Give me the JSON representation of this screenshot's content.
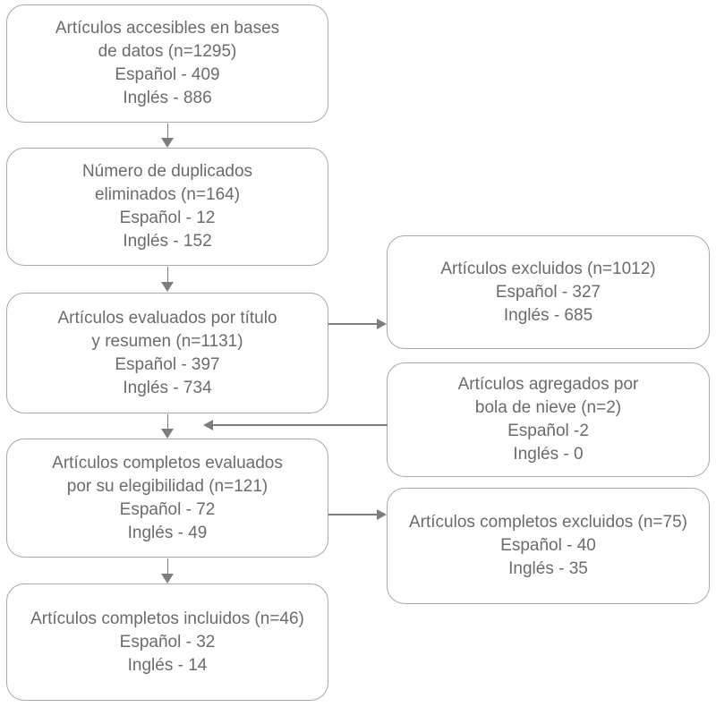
{
  "colors": {
    "background": "#ffffff",
    "box_border": "#a9a9a9",
    "text": "#6b6b6b",
    "arrow": "#7d7d7d"
  },
  "boxes": {
    "accessible": {
      "lines": [
        "Artículos accesibles en bases",
        "de datos (n=1295)",
        "Español - 409",
        "Inglés - 886"
      ]
    },
    "duplicates": {
      "lines": [
        "Número de duplicados",
        "eliminados (n=164)",
        "Español - 12",
        "Inglés - 152"
      ]
    },
    "title_abstract": {
      "lines": [
        "Artículos evaluados por título",
        "y resumen (n=1131)",
        "Español - 397",
        "Inglés - 734"
      ]
    },
    "excluded": {
      "lines": [
        "Artículos excluidos (n=1012)",
        "Español - 327",
        "Inglés - 685"
      ]
    },
    "snowball": {
      "lines": [
        "Artículos agregados por",
        "bola de nieve (n=2)",
        "Español -2",
        "Inglés - 0"
      ]
    },
    "eligibility": {
      "lines": [
        "Artículos completos evaluados",
        "por su elegibilidad (n=121)",
        "Español - 72",
        "Inglés - 49"
      ]
    },
    "fulltext_excluded": {
      "lines": [
        "Artículos completos excluidos (n=75)",
        "Español - 40",
        "Inglés - 35"
      ]
    },
    "included": {
      "lines": [
        "Artículos completos incluidos (n=46)",
        "Español - 32",
        "Inglés - 14"
      ]
    }
  }
}
